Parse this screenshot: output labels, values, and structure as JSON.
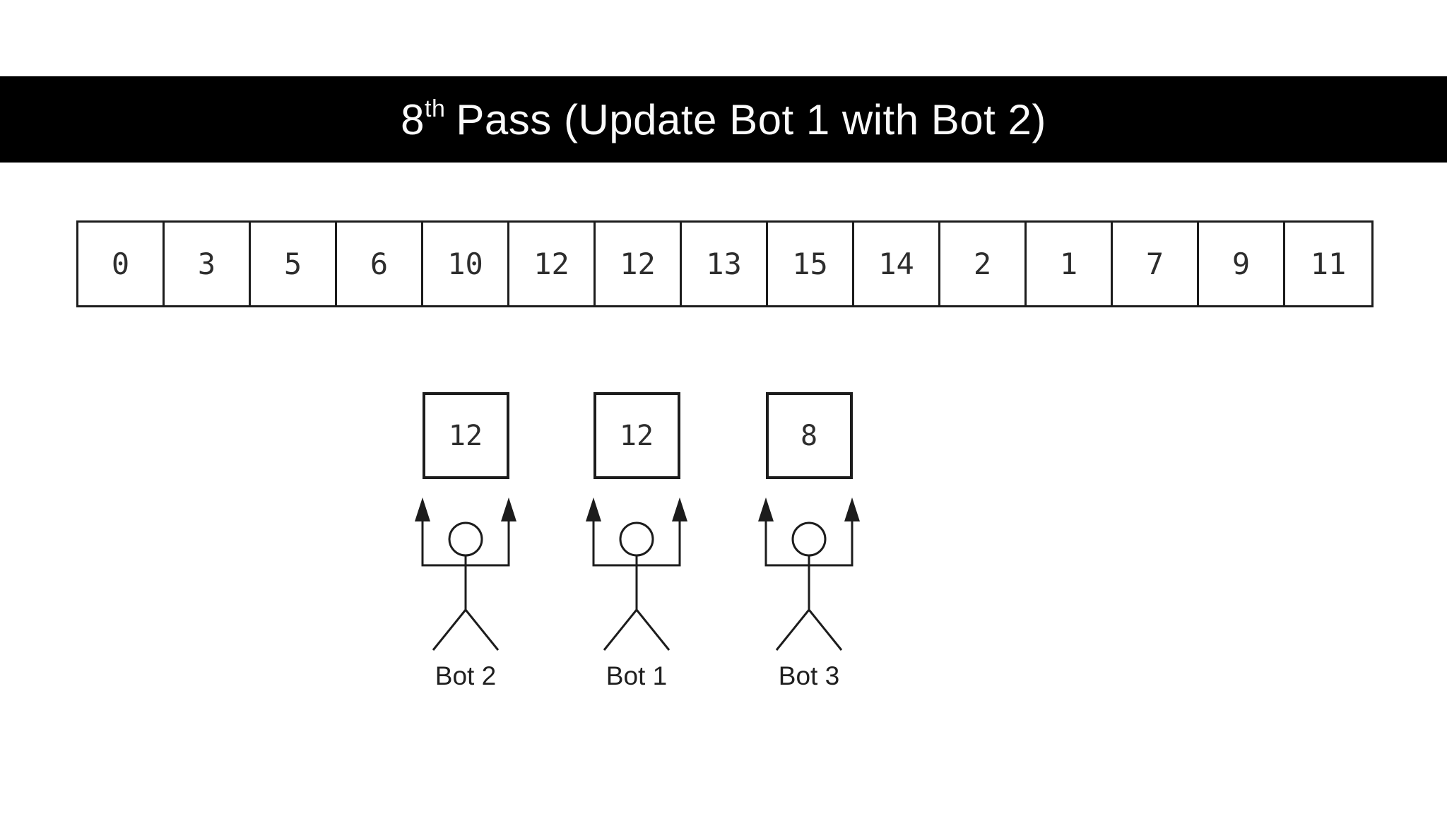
{
  "title": {
    "number": "8",
    "ordinal": "th",
    "rest": "Pass (Update Bot 1 with Bot 2)"
  },
  "array": {
    "values": [
      "0",
      "3",
      "5",
      "6",
      "10",
      "12",
      "12",
      "13",
      "15",
      "14",
      "2",
      "1",
      "7",
      "9",
      "11"
    ]
  },
  "bots": [
    {
      "label": "Bot 2",
      "value": "12"
    },
    {
      "label": "Bot 1",
      "value": "12"
    },
    {
      "label": "Bot 3",
      "value": "8"
    }
  ],
  "colors": {
    "background": "#ffffff",
    "banner_bg": "#000000",
    "banner_text": "#fafafa",
    "line": "#1c1c1c",
    "digit": "#2d2d2d"
  }
}
